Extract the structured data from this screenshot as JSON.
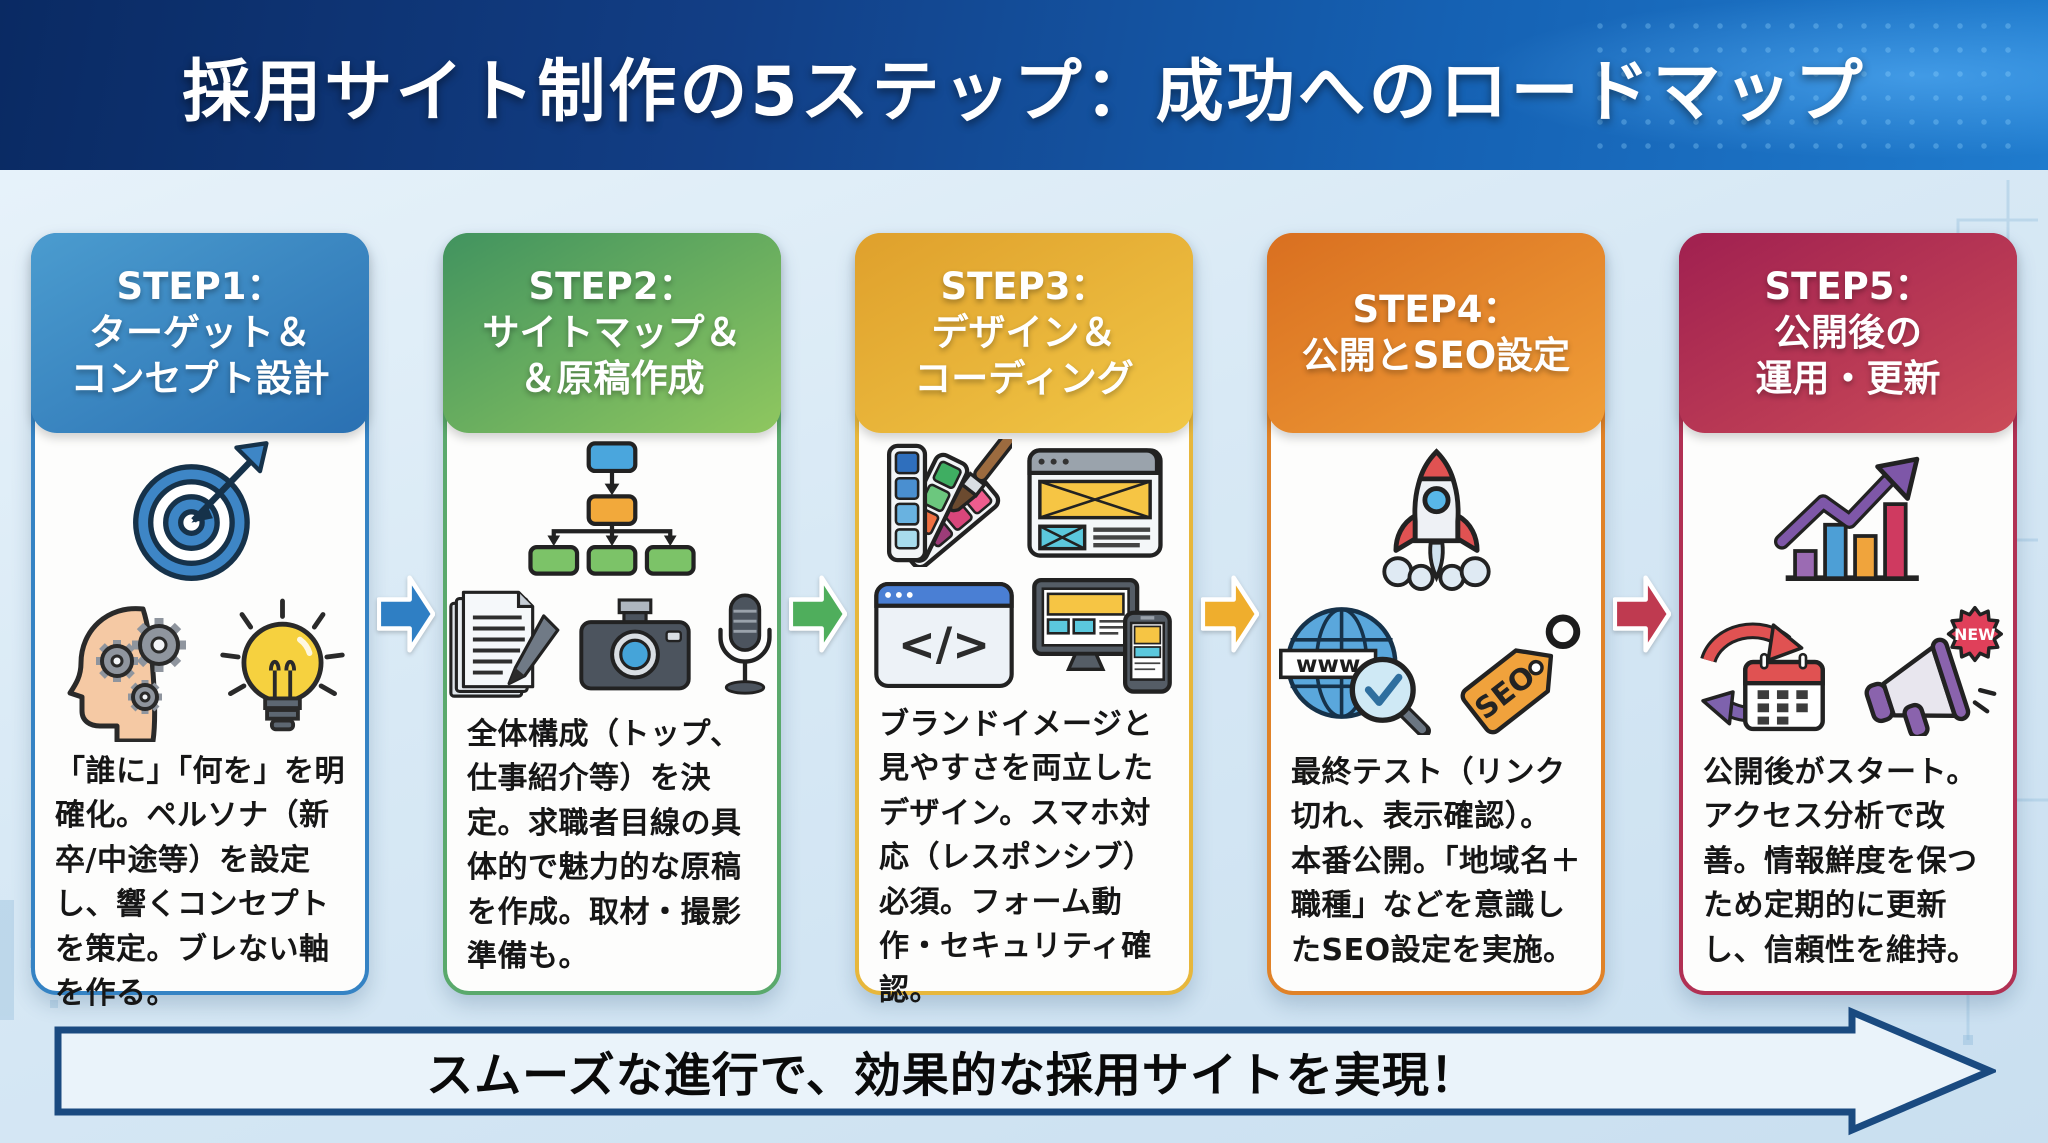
{
  "title": "採用サイト制作の5ステップ：成功へのロードマップ",
  "steps": [
    {
      "id": "step1",
      "header_lines": [
        "STEP1：",
        "ターゲット＆",
        "コンセプト設計"
      ],
      "accent_color": "#3583c4",
      "header_gradient": [
        "#4b9ccf",
        "#2a70b2"
      ],
      "icons": [
        "target-icon",
        "head-gears-icon",
        "lightbulb-icon"
      ],
      "body": "「誰に」「何を」を明確化。ペルソナ（新卒/中途等）を設定し、響くコンセプトを策定。ブレない軸を作る。"
    },
    {
      "id": "step2",
      "header_lines": [
        "STEP2：",
        "サイトマップ＆",
        "＆原稿作成"
      ],
      "accent_color": "#5aa96c",
      "header_gradient": [
        "#41935f",
        "#8fc75f"
      ],
      "icons": [
        "sitemap-icon",
        "documents-pen-icon",
        "camera-icon",
        "microphone-icon"
      ],
      "body": "全体構成（トップ、仕事紹介等）を決定。求職者目線の具体的で魅力的な原稿を作成。取材・撮影準備も。"
    },
    {
      "id": "step3",
      "header_lines": [
        "STEP3：",
        "デザイン＆",
        "コーディング"
      ],
      "accent_color": "#e7b73c",
      "header_gradient": [
        "#dfa02c",
        "#f1c746"
      ],
      "icons": [
        "color-palette-icon",
        "wireframe-icon",
        "code-window-icon",
        "responsive-devices-icon"
      ],
      "body": "ブランドイメージと見やすさを両立したデザイン。スマホ対応（レスポンシブ）必須。フォーム動作・セキュリティ確認。"
    },
    {
      "id": "step4",
      "header_lines": [
        "STEP4：",
        "公開とSEO設定"
      ],
      "accent_color": "#e08228",
      "header_gradient": [
        "#d96f20",
        "#f09f38"
      ],
      "icons": [
        "rocket-icon",
        "globe-search-icon",
        "seo-tag-icon"
      ],
      "body": "最終テスト（リンク切れ、表示確認）。本番公開。「地域名＋職種」などを意識したSEO設定を実施。"
    },
    {
      "id": "step5",
      "header_lines": [
        "STEP5：",
        "公開後の",
        "運用・更新"
      ],
      "accent_color": "#b13154",
      "header_gradient": [
        "#a02050",
        "#cb4b58"
      ],
      "icons": [
        "growth-chart-icon",
        "refresh-calendar-icon",
        "megaphone-new-icon"
      ],
      "body": "公開後がスタート。アクセス分析で改善。情報鮮度を保つため定期的に更新し、信頼性を維持。"
    }
  ],
  "connector_arrows": [
    {
      "from": "step1",
      "to": "step2",
      "color": "#2f7fc4"
    },
    {
      "from": "step2",
      "to": "step3",
      "color": "#4fae5c"
    },
    {
      "from": "step3",
      "to": "step4",
      "color": "#efae2d"
    },
    {
      "from": "step4",
      "to": "step5",
      "color": "#bf3a50"
    }
  ],
  "icon_labels": {
    "www": "www",
    "seo": "SEO",
    "new": "NEW",
    "code_symbol": "</>"
  },
  "footer_banner": {
    "text": "スムーズな進行で、効果的な採用サイトを実現！",
    "border_color": "#1a4a80",
    "fill_color": "#eaf3fa"
  }
}
